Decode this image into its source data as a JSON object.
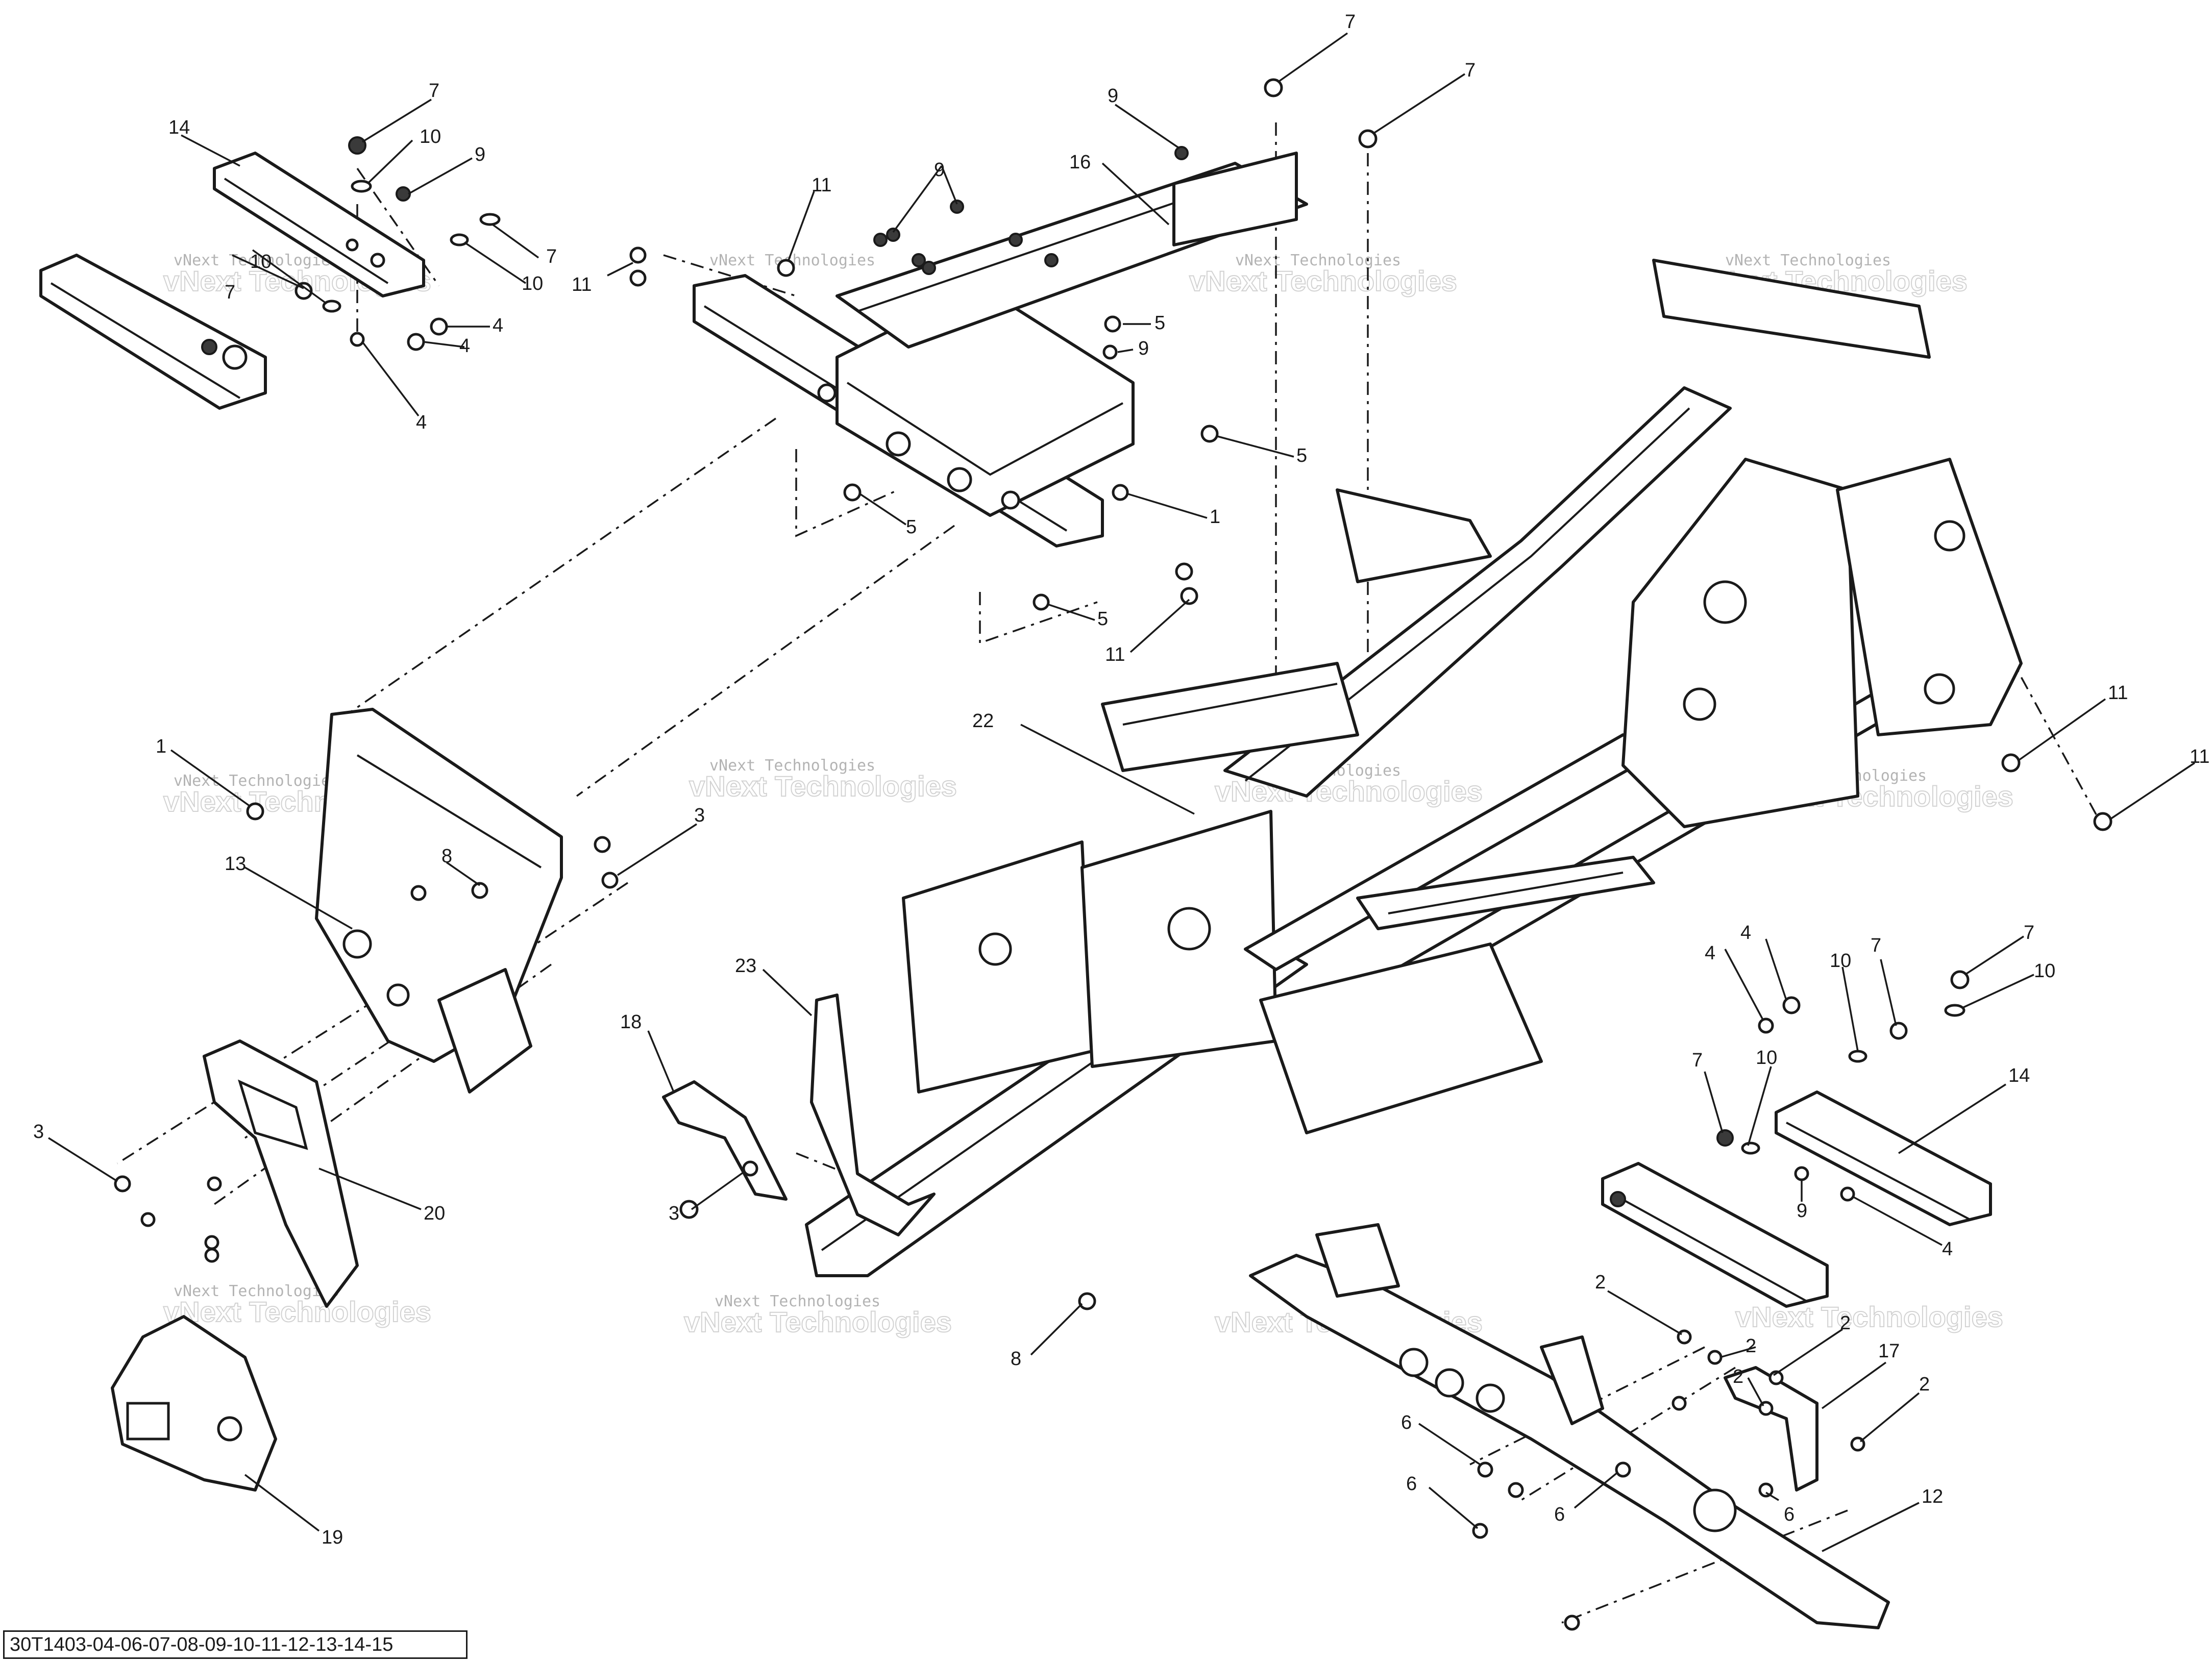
{
  "reference_code": "30T1403-04-06-07-08-09-10-11-12-13-14-15",
  "watermark": {
    "line1": "vNext Technologies",
    "line2": "vNext\nTechnologies"
  },
  "callouts": {
    "c7a": "7",
    "c7b": "7",
    "c7c": "7",
    "c7d": "7",
    "c7e": "7",
    "c7f": "7",
    "c7g": "7",
    "c7h": "7",
    "c14a": "14",
    "c14b": "14",
    "c10a": "10",
    "c10b": "10",
    "c10c": "10",
    "c10d": "10",
    "c10e": "10",
    "c9a": "9",
    "c9b": "9",
    "c9c": "9",
    "c9d": "9",
    "c9e": "9",
    "c4a": "4",
    "c4b": "4",
    "c4c": "4",
    "c4d": "4",
    "c4e": "4",
    "c4f": "4",
    "c11a": "11",
    "c11b": "11",
    "c11c": "11",
    "c11d": "11",
    "c11e": "11",
    "c16": "16",
    "c5a": "5",
    "c5b": "5",
    "c5c": "5",
    "c5d": "5",
    "c1a": "1",
    "c1b": "1",
    "c22": "22",
    "c13": "13",
    "c8a": "8",
    "c8b": "8",
    "c3a": "3",
    "c3b": "3",
    "c3c": "3",
    "c23": "23",
    "c18": "18",
    "c20": "20",
    "c19": "19",
    "c2a": "2",
    "c2b": "2",
    "c2c": "2",
    "c2d": "2",
    "c2e": "2",
    "c17": "17",
    "c12": "12",
    "c6a": "6",
    "c6b": "6",
    "c6c": "6",
    "c6d": "6"
  }
}
